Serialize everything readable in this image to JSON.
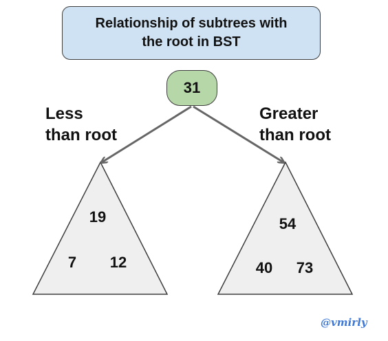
{
  "title": {
    "line1": "Relationship of subtrees with",
    "line2": "the root in BST"
  },
  "root": {
    "value": "31"
  },
  "left_subtree": {
    "label_line1": "Less",
    "label_line2": "than root",
    "top": "19",
    "bottom_left": "7",
    "bottom_right": "12"
  },
  "right_subtree": {
    "label_line1": "Greater",
    "label_line2": "than root",
    "top": "54",
    "bottom_left": "40",
    "bottom_right": "73"
  },
  "watermark": "@vmirly",
  "colors": {
    "title_fill": "#cfe2f3",
    "root_fill": "#b6d7a8",
    "triangle_fill": "#efefef",
    "arrow": "#666666",
    "watermark": "#3c78d8"
  }
}
